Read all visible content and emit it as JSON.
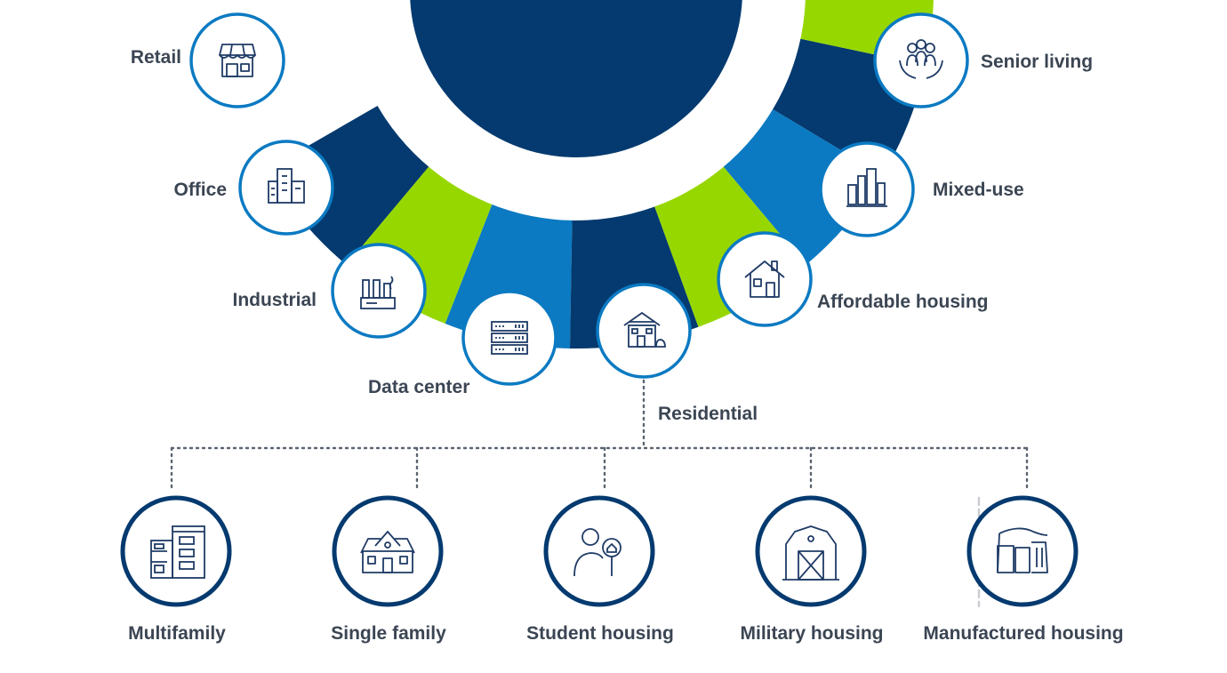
{
  "colors": {
    "navy": "#043a6f",
    "blue": "#0b7ac2",
    "green": "#97d700",
    "label": "#3b4553",
    "icon": "#1f3b66"
  },
  "diagram": {
    "wheel_segments": [
      {
        "name": "Retail",
        "color": "navy"
      },
      {
        "name": "Office",
        "color": "green"
      },
      {
        "name": "Industrial",
        "color": "blue"
      },
      {
        "name": "Data center",
        "color": "navy"
      },
      {
        "name": "Residential",
        "color": "green"
      },
      {
        "name": "Affordable housing",
        "color": "blue"
      },
      {
        "name": "Mixed-use",
        "color": "navy"
      },
      {
        "name": "Senior living",
        "color": "green"
      }
    ],
    "sectors": [
      {
        "label": "Retail",
        "icon": "storefront-icon"
      },
      {
        "label": "Office",
        "icon": "office-building-icon"
      },
      {
        "label": "Industrial",
        "icon": "factory-icon"
      },
      {
        "label": "Data center",
        "icon": "server-rack-icon"
      },
      {
        "label": "Residential",
        "icon": "residential-house-icon"
      },
      {
        "label": "Affordable housing",
        "icon": "home-icon"
      },
      {
        "label": "Mixed-use",
        "icon": "city-buildings-icon"
      },
      {
        "label": "Senior living",
        "icon": "people-in-hands-icon"
      }
    ],
    "residential_types": [
      {
        "label": "Multifamily",
        "icon": "apartment-building-icon"
      },
      {
        "label": "Single family",
        "icon": "single-family-house-icon"
      },
      {
        "label": "Student housing",
        "icon": "student-magnifier-icon"
      },
      {
        "label": "Military housing",
        "icon": "barracks-barn-icon"
      },
      {
        "label": "Manufactured housing",
        "icon": "manufactured-home-icon"
      }
    ]
  }
}
